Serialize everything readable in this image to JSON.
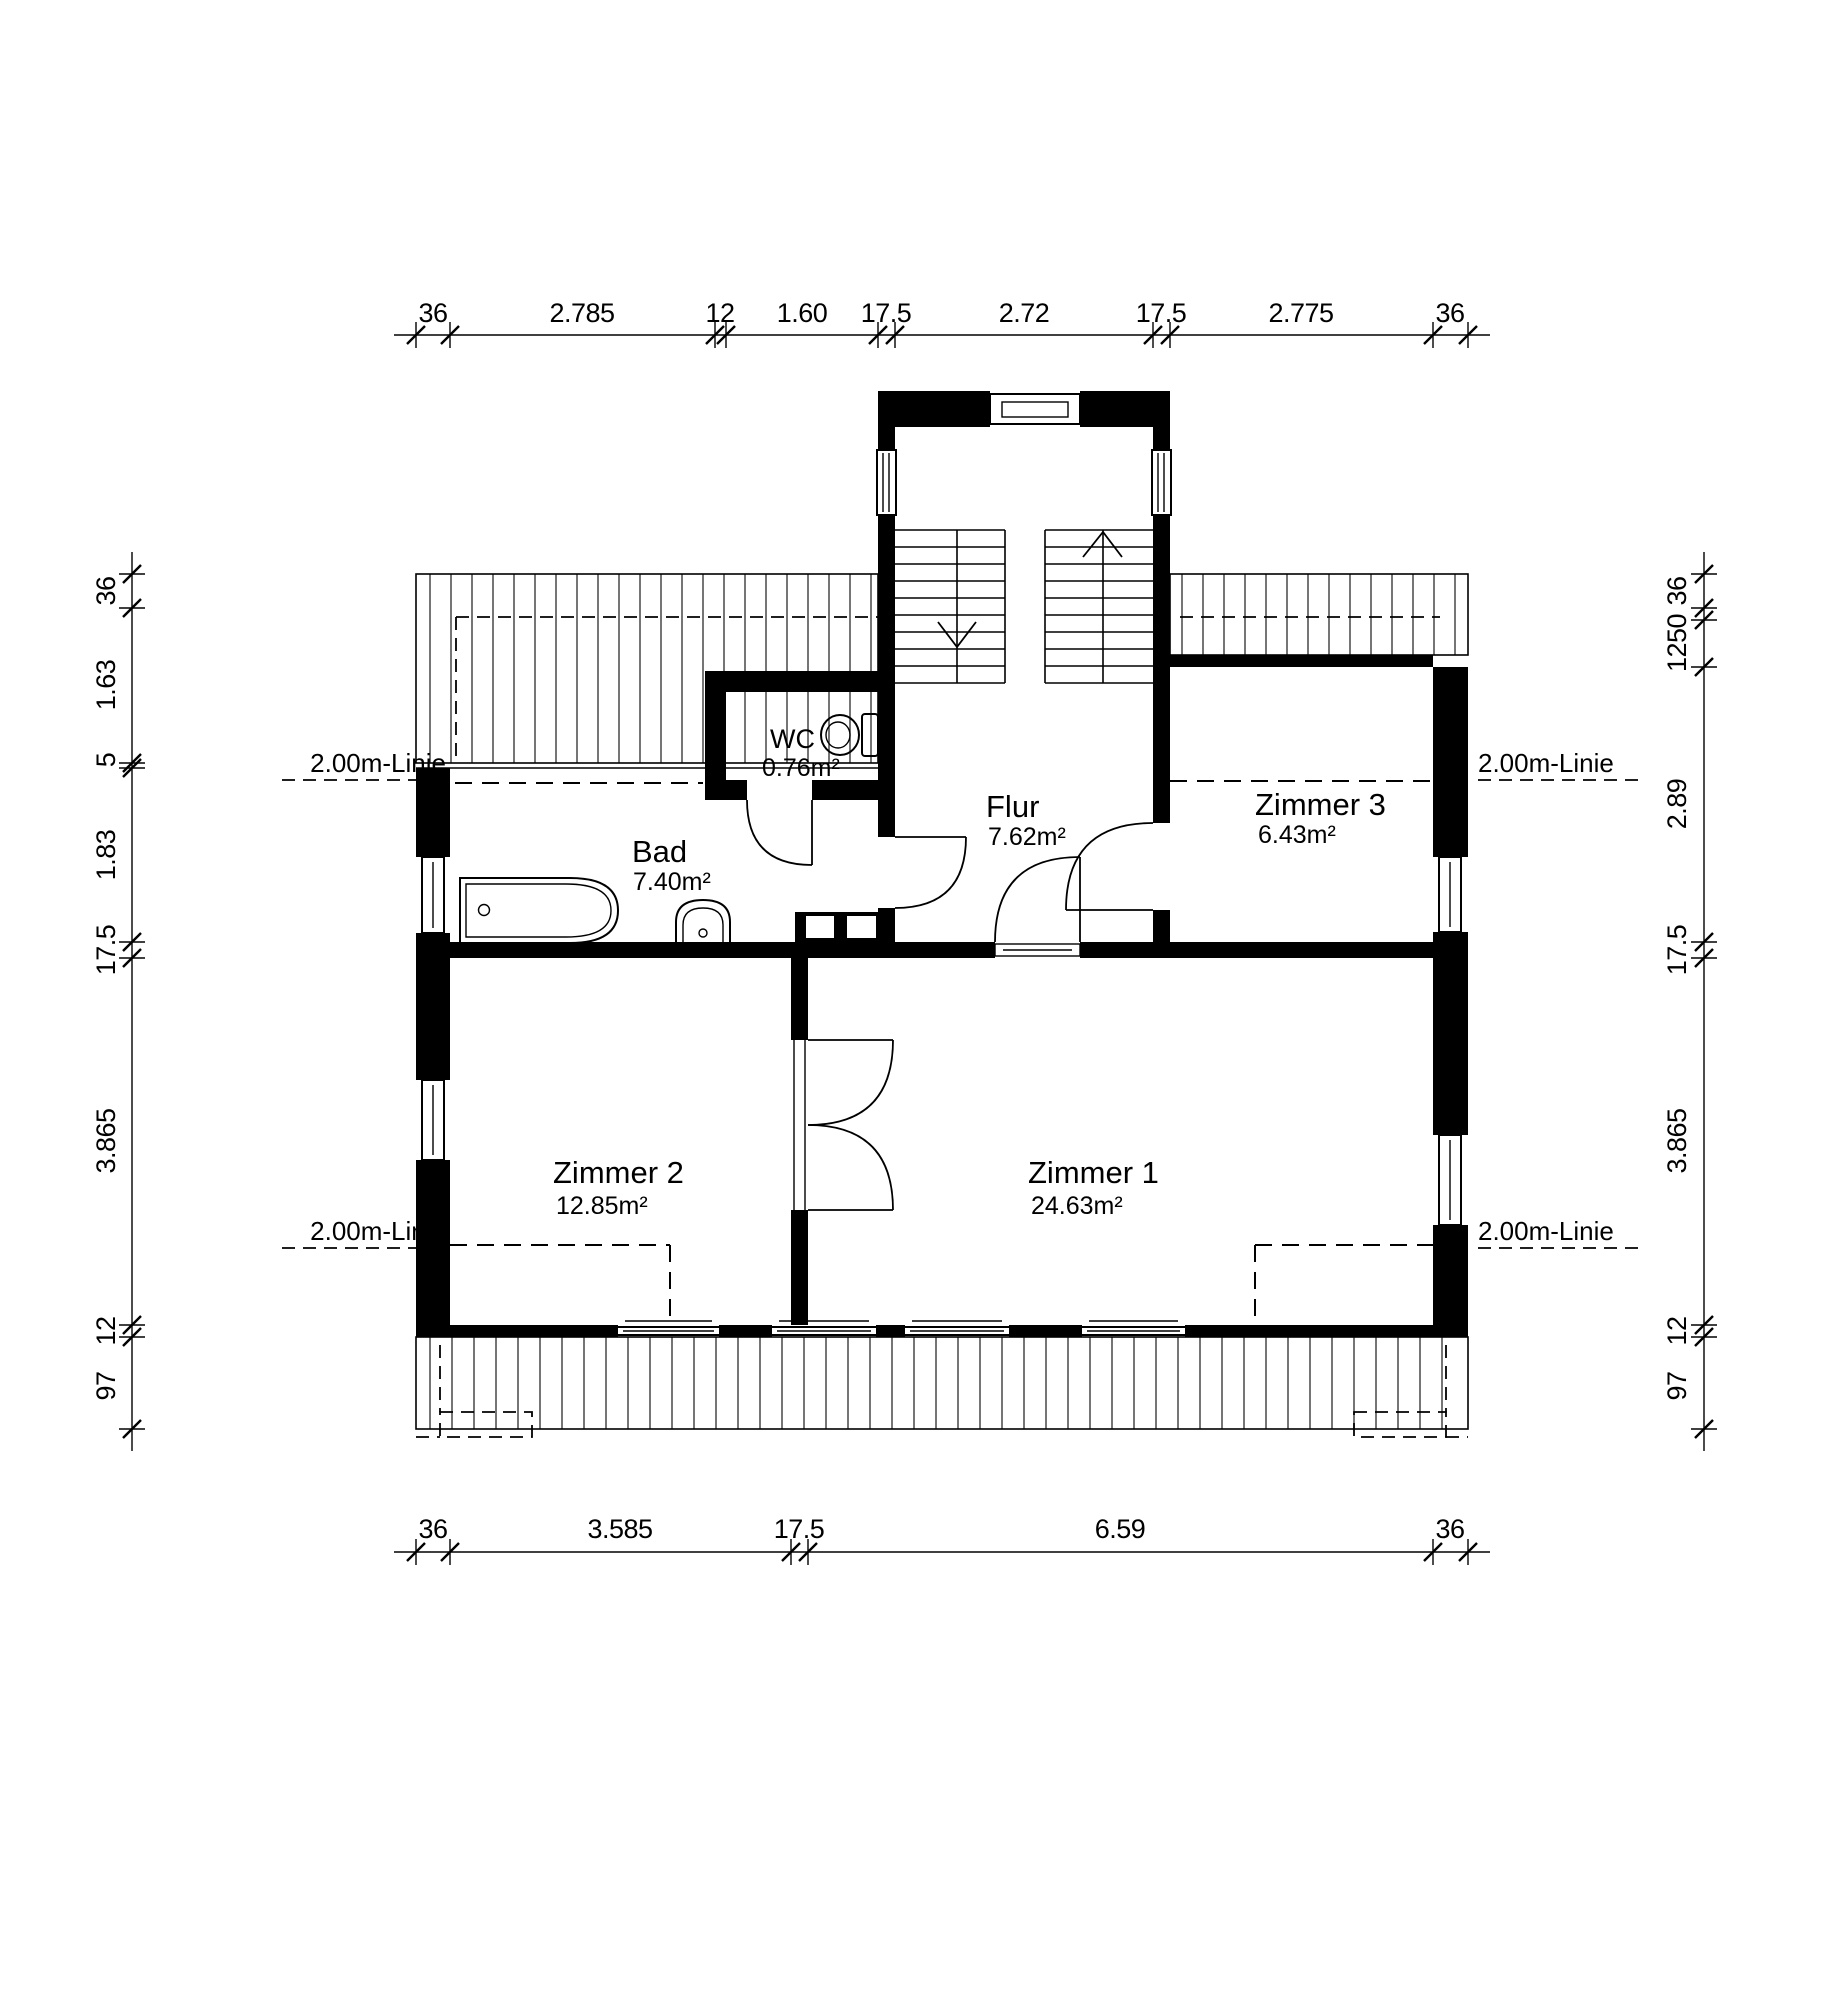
{
  "rooms": {
    "wc": {
      "name": "WC",
      "area": "0.76m²"
    },
    "bad": {
      "name": "Bad",
      "area": "7.40m²"
    },
    "flur": {
      "name": "Flur",
      "area": "7.62m²"
    },
    "zimmer3": {
      "name": "Zimmer 3",
      "area": "6.43m²"
    },
    "zimmer2": {
      "name": "Zimmer 2",
      "area": "12.85m²"
    },
    "zimmer1": {
      "name": "Zimmer 1",
      "area": "24.63m²"
    }
  },
  "annotations": {
    "two_meter_label": "2.00m-Linie"
  },
  "dimensions": {
    "top": [
      "36",
      "2.785",
      "12",
      "1.60",
      "17.5",
      "2.72",
      "17.5",
      "2.775",
      "36"
    ],
    "bottom": [
      "36",
      "3.585",
      "17.5",
      "6.59",
      "36"
    ],
    "left": [
      "36",
      "1.63",
      "5",
      "1.83",
      "17.5",
      "3.865",
      "12",
      "97"
    ],
    "right": [
      "36",
      "1250",
      "2.89",
      "17.5",
      "3.865",
      "12",
      "97"
    ]
  },
  "colors": {
    "ink": "#000000",
    "paper": "#ffffff"
  }
}
